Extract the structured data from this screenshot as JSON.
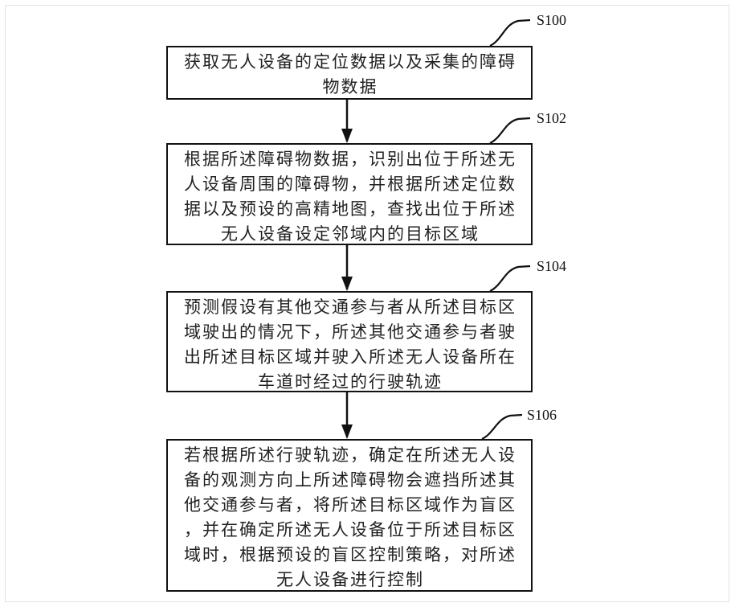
{
  "diagram": {
    "type": "flowchart",
    "steps": [
      {
        "id": "S100",
        "lines": [
          "获取无人设备的定位数据以及采集的障碍",
          "物数据"
        ]
      },
      {
        "id": "S102",
        "lines": [
          "根据所述障碍物数据，识别出位于所述无",
          "人设备周围的障碍物，并根据所述定位数",
          "据以及预设的高精地图，查找出位于所述",
          "无人设备设定邻域内的目标区域"
        ]
      },
      {
        "id": "S104",
        "lines": [
          "预测假设有其他交通参与者从所述目标区",
          "域驶出的情况下，所述其他交通参与者驶",
          "出所述目标区域并驶入所述无人设备所在",
          "车道时经过的行驶轨迹"
        ]
      },
      {
        "id": "S106",
        "lines": [
          "若根据所述行驶轨迹，确定在所述无人设",
          "备的观测方向上所述障碍物会遮挡所述其",
          "他交通参与者，将所述目标区域作为盲区",
          "，并在确定所述无人设备位于所述目标区",
          "域时，根据预设的盲区控制策略，对所述",
          "无人设备进行控制"
        ]
      }
    ],
    "colors": {
      "stroke": "#111111",
      "text": "#222222",
      "frame": "#dfe3e6"
    }
  }
}
